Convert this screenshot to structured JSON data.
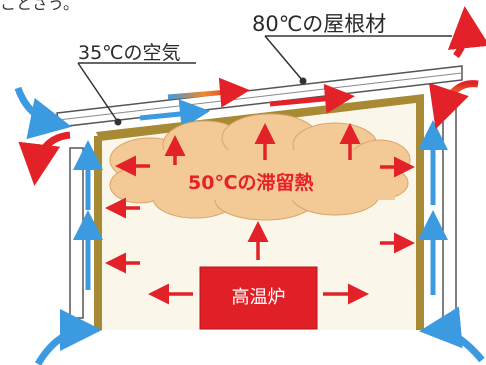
{
  "top_text": "ことさう。",
  "roof_label": "80℃の屋根材",
  "air_label": "35℃の空気",
  "heat_label": "50℃の滞留熱",
  "furnace_label": "高温炉",
  "colors": {
    "hot_red": "#e22228",
    "cool_blue": "#3c9be0",
    "wall_gold": "#a88a35",
    "room_fill": "#fbf6ea",
    "cloud_fill": "#f3c996",
    "furnace_fill": "#e01f26"
  }
}
